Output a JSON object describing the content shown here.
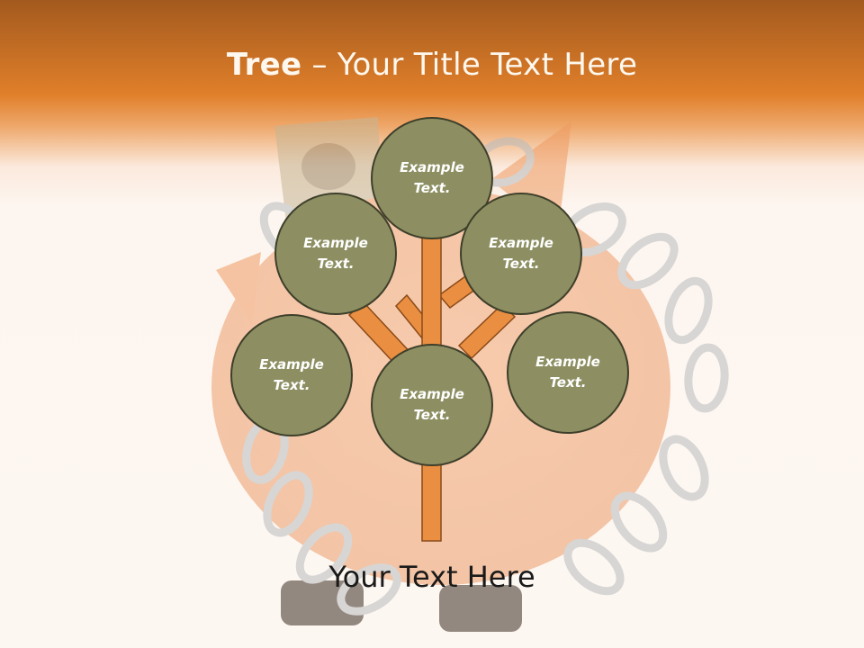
{
  "slide": {
    "title_bold": "Tree",
    "title_rest": " – Your Title Text Here",
    "footer_text": "Your Text Here"
  },
  "nodes": [
    {
      "id": "top",
      "line1": "Example",
      "line2": "Text."
    },
    {
      "id": "upper-left",
      "line1": "Example",
      "line2": "Text."
    },
    {
      "id": "upper-right",
      "line1": "Example",
      "line2": "Text."
    },
    {
      "id": "lower-left",
      "line1": "Example",
      "line2": "Text."
    },
    {
      "id": "center",
      "line1": "Example",
      "line2": "Text."
    },
    {
      "id": "lower-right",
      "line1": "Example",
      "line2": "Text."
    }
  ],
  "colors": {
    "header_orange": "#e07f2a",
    "node_fill": "#8d8f62",
    "node_border": "#3e3f2a",
    "branch_fill": "#ea8f42",
    "branch_stroke": "#8a4a18"
  }
}
